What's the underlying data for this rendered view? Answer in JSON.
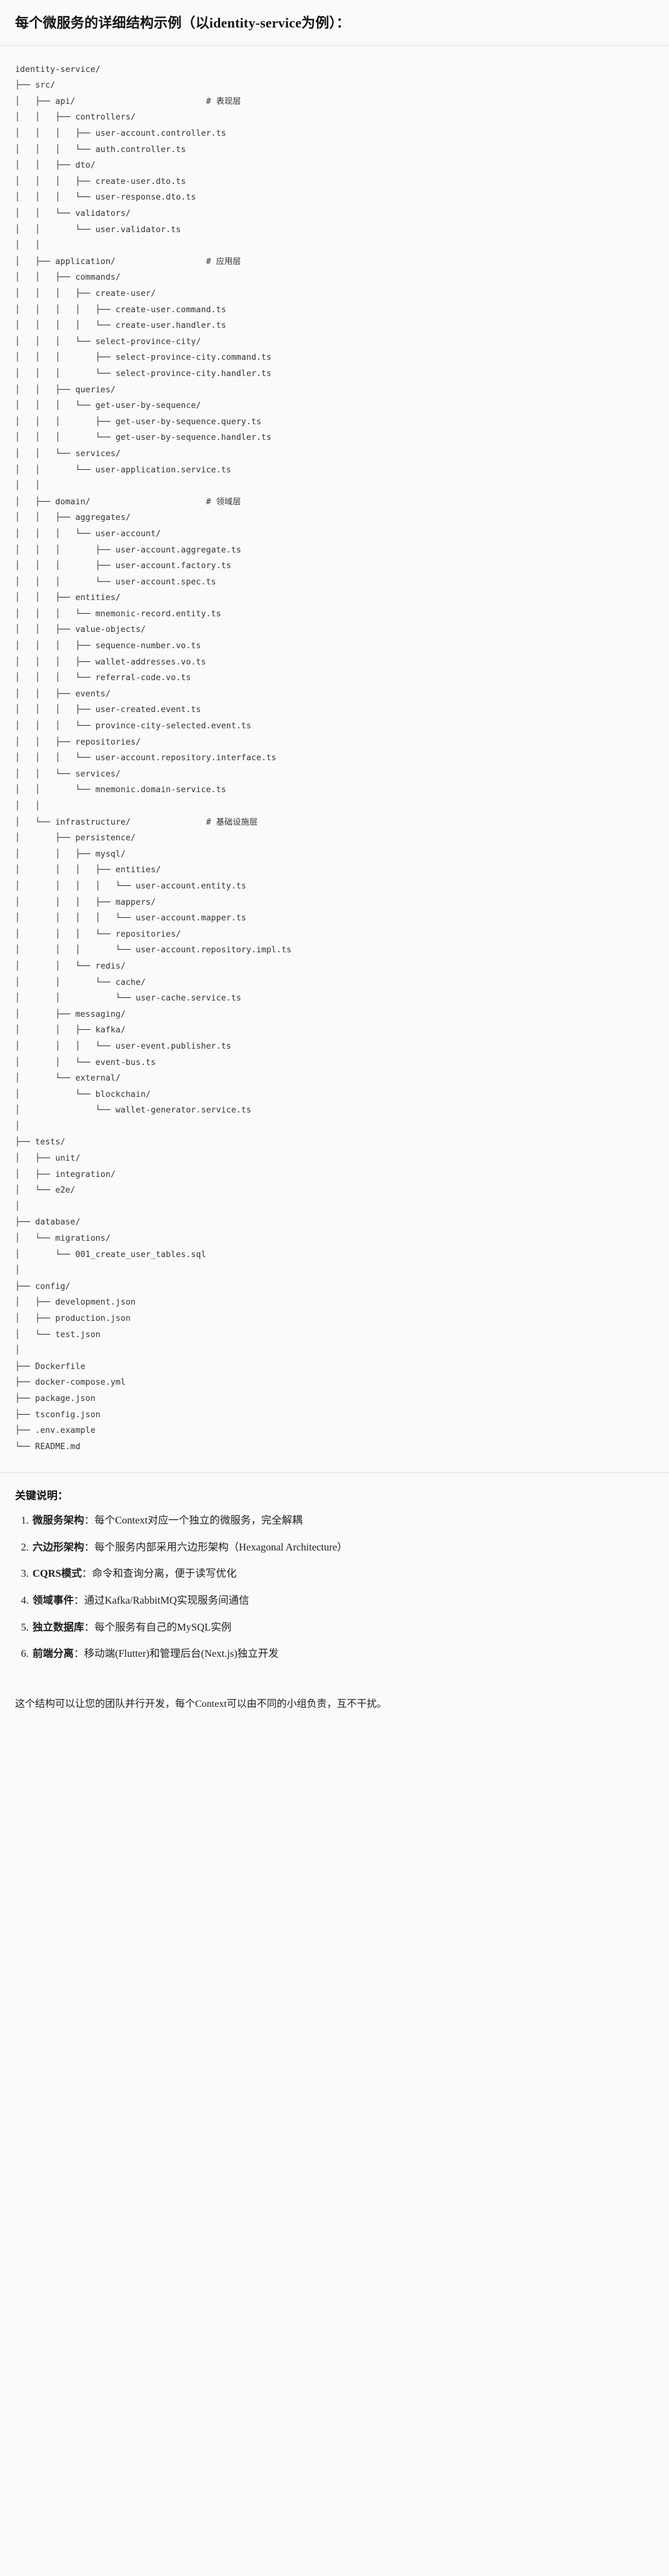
{
  "header": {
    "title": "每个微服务的详细结构示例（以identity-service为例）："
  },
  "tree": {
    "root": "identity-service/",
    "text": "identity-service/\n├── src/\n│   ├── api/                          # 表现层\n│   │   ├── controllers/\n│   │   │   ├── user-account.controller.ts\n│   │   │   └── auth.controller.ts\n│   │   ├── dto/\n│   │   │   ├── create-user.dto.ts\n│   │   │   └── user-response.dto.ts\n│   │   └── validators/\n│   │       └── user.validator.ts\n│   │\n│   ├── application/                  # 应用层\n│   │   ├── commands/\n│   │   │   ├── create-user/\n│   │   │   │   ├── create-user.command.ts\n│   │   │   │   └── create-user.handler.ts\n│   │   │   └── select-province-city/\n│   │   │       ├── select-province-city.command.ts\n│   │   │       └── select-province-city.handler.ts\n│   │   ├── queries/\n│   │   │   └── get-user-by-sequence/\n│   │   │       ├── get-user-by-sequence.query.ts\n│   │   │       └── get-user-by-sequence.handler.ts\n│   │   └── services/\n│   │       └── user-application.service.ts\n│   │\n│   ├── domain/                       # 领域层\n│   │   ├── aggregates/\n│   │   │   └── user-account/\n│   │   │       ├── user-account.aggregate.ts\n│   │   │       ├── user-account.factory.ts\n│   │   │       └── user-account.spec.ts\n│   │   ├── entities/\n│   │   │   └── mnemonic-record.entity.ts\n│   │   ├── value-objects/\n│   │   │   ├── sequence-number.vo.ts\n│   │   │   ├── wallet-addresses.vo.ts\n│   │   │   └── referral-code.vo.ts\n│   │   ├── events/\n│   │   │   ├── user-created.event.ts\n│   │   │   └── province-city-selected.event.ts\n│   │   ├── repositories/\n│   │   │   └── user-account.repository.interface.ts\n│   │   └── services/\n│   │       └── mnemonic.domain-service.ts\n│   │\n│   └── infrastructure/               # 基础设施层\n│       ├── persistence/\n│       │   ├── mysql/\n│       │   │   ├── entities/\n│       │   │   │   └── user-account.entity.ts\n│       │   │   ├── mappers/\n│       │   │   │   └── user-account.mapper.ts\n│       │   │   └── repositories/\n│       │   │       └── user-account.repository.impl.ts\n│       │   └── redis/\n│       │       └── cache/\n│       │           └── user-cache.service.ts\n│       ├── messaging/\n│       │   ├── kafka/\n│       │   │   └── user-event.publisher.ts\n│       │   └── event-bus.ts\n│       └── external/\n│           └── blockchain/\n│               └── wallet-generator.service.ts\n│\n├── tests/\n│   ├── unit/\n│   ├── integration/\n│   └── e2e/\n│\n├── database/\n│   └── migrations/\n│       └── 001_create_user_tables.sql\n│\n├── config/\n│   ├── development.json\n│   ├── production.json\n│   └── test.json\n│\n├── Dockerfile\n├── docker-compose.yml\n├── package.json\n├── tsconfig.json\n├── .env.example\n└── README.md",
    "layer_comments": [
      "# 表现层",
      "# 应用层",
      "# 领域层",
      "# 基础设施层"
    ]
  },
  "key_points": {
    "heading": "关键说明：",
    "items": [
      {
        "term": "微服务架构",
        "desc": "：每个Context对应一个独立的微服务，完全解耦"
      },
      {
        "term": "六边形架构",
        "desc": "：每个服务内部采用六边形架构（Hexagonal Architecture）"
      },
      {
        "term": "CQRS模式",
        "desc": "：命令和查询分离，便于读写优化"
      },
      {
        "term": "领域事件",
        "desc": "：通过Kafka/RabbitMQ实现服务间通信"
      },
      {
        "term": "独立数据库",
        "desc": "：每个服务有自己的MySQL实例"
      },
      {
        "term": "前端分离",
        "desc": "：移动端(Flutter)和管理后台(Next.js)独立开发"
      }
    ],
    "closing": "这个结构可以让您的团队并行开发，每个Context可以由不同的小组负责，互不干扰。"
  },
  "colors": {
    "background": "#fbfaf8",
    "text": "#1f1f1f",
    "code_text": "#2e3338",
    "rule": "#e3e1dd"
  }
}
